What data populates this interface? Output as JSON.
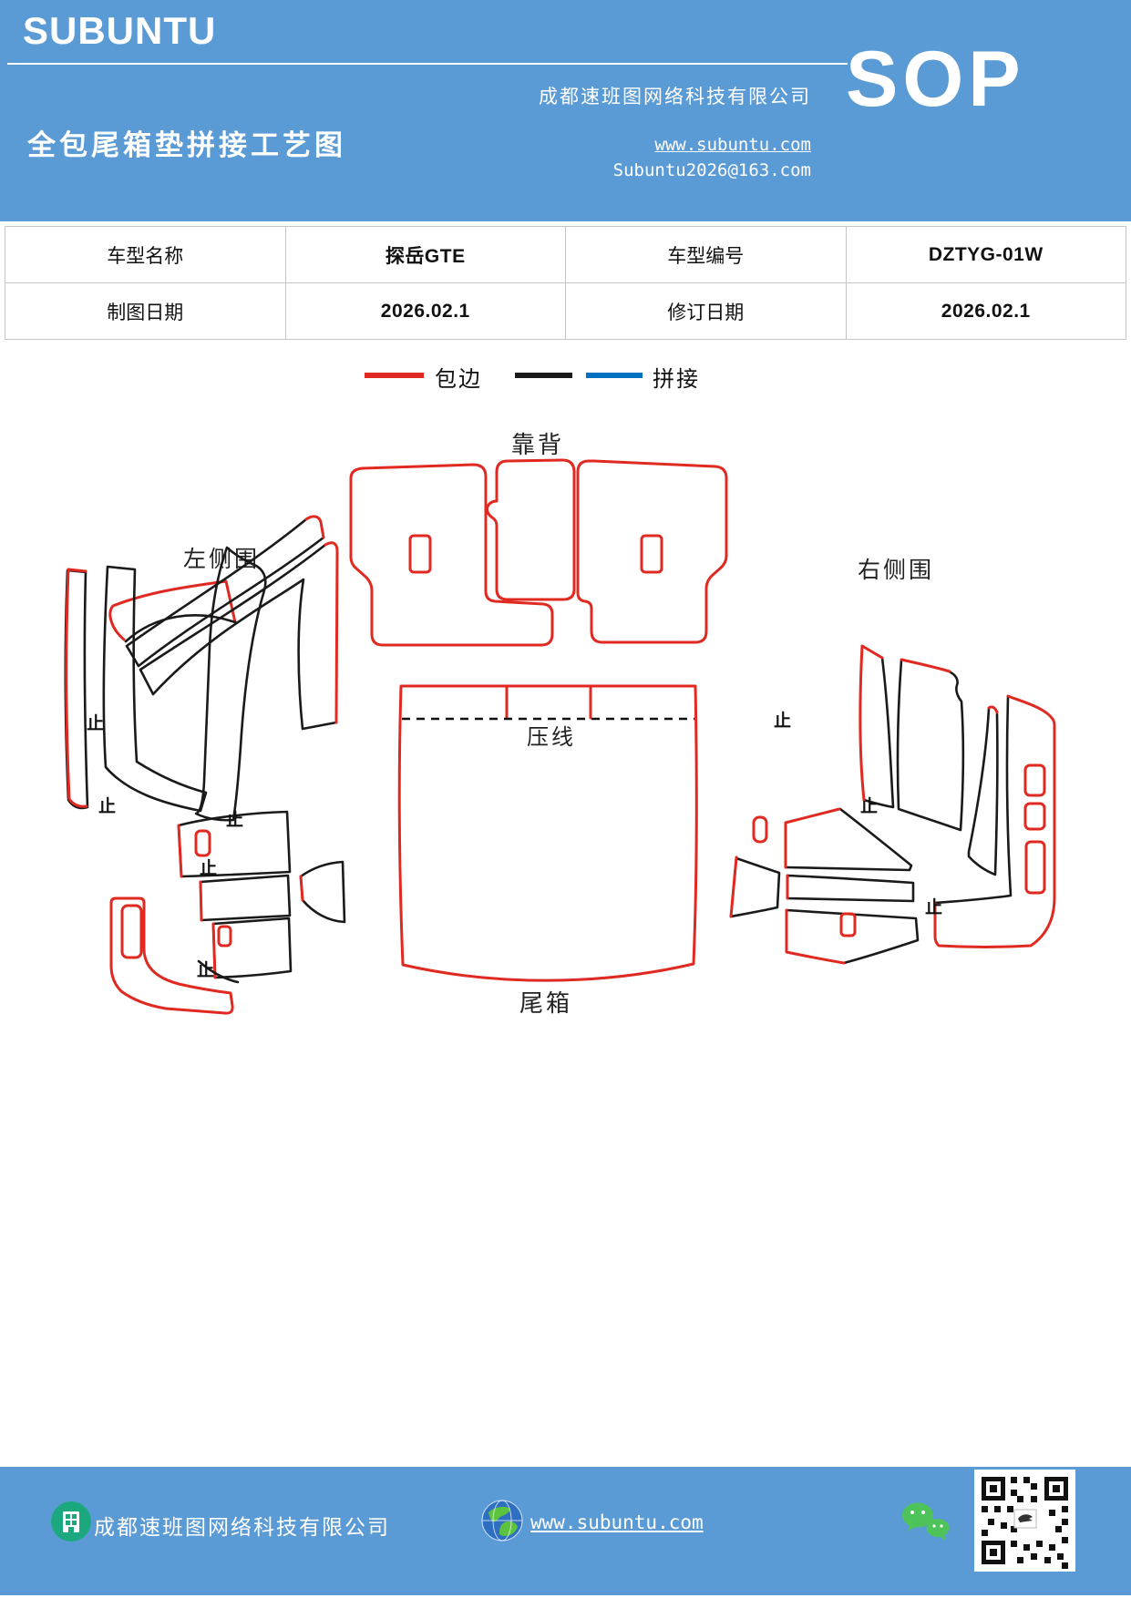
{
  "header": {
    "brand": "SUBUNTU",
    "title": "全包尾箱垫拼接工艺图",
    "company": "成都速班图网络科技有限公司",
    "website": "www.subuntu.com",
    "email": "Subuntu2026@163.com",
    "sop": "SOP"
  },
  "info_table": {
    "rows": [
      [
        "车型名称",
        "探岳GTE",
        "车型编号",
        "DZTYG-01W"
      ],
      [
        "制图日期",
        "2026.02.1",
        "修订日期",
        "2026.02.1"
      ]
    ]
  },
  "legend": {
    "edge_label": "包边",
    "splice_label": "拼接",
    "edge_color": "#E02A21",
    "splice_color_black": "#1A1A1A",
    "splice_color_blue": "#0070C0"
  },
  "diagram": {
    "labels": {
      "backrest": "靠背",
      "left_side": "左侧围",
      "right_side": "右侧围",
      "crease": "压线",
      "trunk": "尾箱"
    },
    "stop_mark": "止"
  },
  "footer": {
    "company": "成都速班图网络科技有限公司",
    "website": "www.subuntu.com"
  },
  "colors": {
    "banner_bg": "#5B9BD5",
    "edge_red": "#E02A21",
    "splice_black": "#1A1A1A",
    "splice_blue": "#0070C0",
    "table_border": "#C4C4C4",
    "building_icon_green": "#1CA87E",
    "wechat_green": "#4EC35A"
  }
}
